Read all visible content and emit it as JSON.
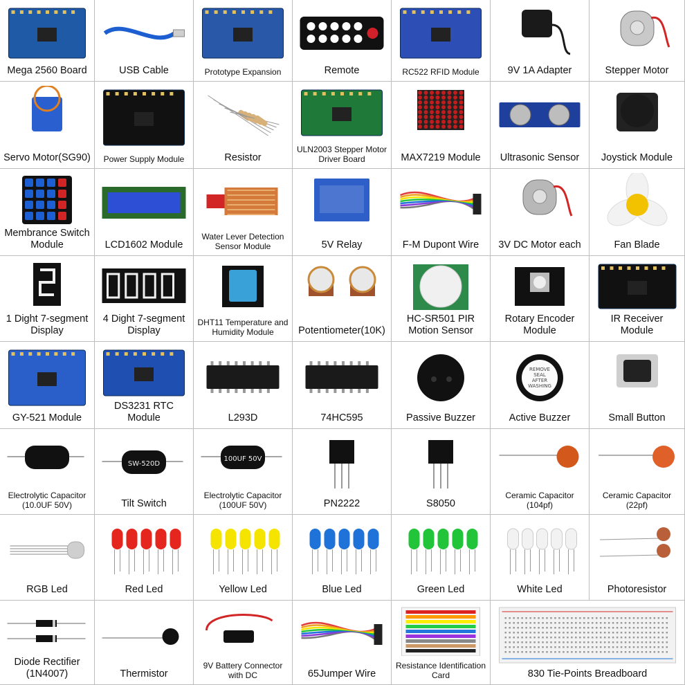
{
  "items": [
    {
      "id": "mega",
      "label": "Mega 2560 Board",
      "pic": "board",
      "color": "#1f5aa6"
    },
    {
      "id": "usb",
      "label": "USB Cable",
      "pic": "cable",
      "color": "#1d5fd1"
    },
    {
      "id": "proto",
      "label": "Prototype Expansion",
      "pic": "board",
      "color": "#2a58a8",
      "small": true
    },
    {
      "id": "remote",
      "label": "Remote",
      "pic": "remote",
      "color": "#222222"
    },
    {
      "id": "rfid",
      "label": "RC522 RFID Module",
      "pic": "board",
      "color": "#2d4fb5",
      "small": true
    },
    {
      "id": "adapter",
      "label": "9V 1A Adapter",
      "pic": "adapter",
      "color": "#222222"
    },
    {
      "id": "stepper",
      "label": "Stepper Motor",
      "pic": "motor",
      "color": "#c9c9c9"
    },
    {
      "id": "servo",
      "label": "Servo Motor(SG90)",
      "pic": "servo",
      "color": "#2a5fd0"
    },
    {
      "id": "psu",
      "label": "Power Supply Module",
      "pic": "board",
      "color": "#111111",
      "small": true
    },
    {
      "id": "resistor",
      "label": "Resistor",
      "pic": "resistor",
      "color": "#d8b07a"
    },
    {
      "id": "uln",
      "label": "ULN2003 Stepper Motor",
      "label2": "Driver Board",
      "pic": "board",
      "color": "#1f7a3a",
      "small": true
    },
    {
      "id": "max",
      "label": "MAX7219 Module",
      "pic": "matrix",
      "color": "#c21c1c"
    },
    {
      "id": "ultra",
      "label": "Ultrasonic Sensor",
      "pic": "ultra",
      "color": "#1f3f9c"
    },
    {
      "id": "joy",
      "label": "Joystick Module",
      "pic": "joy",
      "color": "#1a1a1a"
    },
    {
      "id": "keypad",
      "label": "Membrance Switch",
      "label2": "Module",
      "pic": "keypad",
      "color": "#1d5fd1"
    },
    {
      "id": "lcd",
      "label": "LCD1602 Module",
      "pic": "lcd",
      "color": "#2c4fd6"
    },
    {
      "id": "water",
      "label": "Water Lever Detection",
      "label2": "Sensor Module",
      "pic": "water",
      "color": "#d22626",
      "small": true
    },
    {
      "id": "relay",
      "label": "5V Relay",
      "pic": "relay",
      "color": "#2e5fc9"
    },
    {
      "id": "dupont",
      "label": "F-M Dupont Wire",
      "pic": "wires",
      "color": "#e23b3b"
    },
    {
      "id": "dcmotor",
      "label": "3V DC Motor each",
      "pic": "dcmotor",
      "color": "#b8b8b8"
    },
    {
      "id": "fan",
      "label": "Fan Blade",
      "pic": "fan",
      "color": "#f2c200"
    },
    {
      "id": "seg1",
      "label": "1 Dight 7-segment",
      "label2": "Display",
      "pic": "seg1",
      "color": "#111111"
    },
    {
      "id": "seg4",
      "label": "4 Dight 7-segment",
      "label2": "Display",
      "pic": "seg4",
      "color": "#111111"
    },
    {
      "id": "dht",
      "label": "DHT11 Temperature and",
      "label2": "Humidity Module",
      "pic": "dht",
      "color": "#3aa0d8",
      "small": true
    },
    {
      "id": "pot",
      "label": "Potentiometer(10K)",
      "pic": "pot",
      "color": "#c98a3a"
    },
    {
      "id": "pir",
      "label": "HC-SR501 PIR",
      "label2": "Motion Sensor",
      "pic": "pir",
      "color": "#2e8a4a"
    },
    {
      "id": "rotary",
      "label": "Rotary Encoder",
      "label2": "Module",
      "pic": "rotary",
      "color": "#111111"
    },
    {
      "id": "ir",
      "label": "IR Receiver",
      "label2": "Module",
      "pic": "board",
      "color": "#111111"
    },
    {
      "id": "gy521",
      "label": "GY-521 Module",
      "pic": "board",
      "color": "#2a5fc9"
    },
    {
      "id": "ds3231",
      "label": "DS3231 RTC",
      "label2": "Module",
      "pic": "board",
      "color": "#1f4fb0"
    },
    {
      "id": "l293d",
      "label": "L293D",
      "pic": "chip",
      "color": "#1a1a1a"
    },
    {
      "id": "hc595",
      "label": "74HC595",
      "pic": "chip",
      "color": "#1a1a1a"
    },
    {
      "id": "pbuzz",
      "label": "Passive Buzzer",
      "pic": "pbuzz",
      "color": "#111111"
    },
    {
      "id": "abuzz",
      "label": "Active Buzzer",
      "pic": "abuzz",
      "color": "#111111",
      "sticker": [
        "REMOVE",
        "SEAL",
        "AFTER",
        "WASHING"
      ]
    },
    {
      "id": "button",
      "label": "Small Button",
      "pic": "button",
      "color": "#222222"
    },
    {
      "id": "ecap1",
      "label": "Electrolytic Capacitor",
      "label2": "(10.0UF 50V)",
      "pic": "cap",
      "color": "#111111",
      "small": true
    },
    {
      "id": "tilt",
      "label": "Tilt Switch",
      "pic": "cap",
      "color": "#111111",
      "capText": "SW-520D"
    },
    {
      "id": "ecap2",
      "label": "Electrolytic Capacitor",
      "label2": "(100UF 50V)",
      "pic": "cap",
      "color": "#111111",
      "small": true,
      "capText": "100UF 50V"
    },
    {
      "id": "pn2222",
      "label": "PN2222",
      "pic": "transistor",
      "color": "#111111"
    },
    {
      "id": "s8050",
      "label": "S8050",
      "pic": "transistor",
      "color": "#111111"
    },
    {
      "id": "cc104",
      "label": "Ceramic Capacitor",
      "label2": "(104pf)",
      "pic": "ceramic",
      "color": "#d2581c",
      "small": true
    },
    {
      "id": "cc22",
      "label": "Ceramic Capacitor",
      "label2": "(22pf)",
      "pic": "ceramic",
      "color": "#e0602a",
      "small": true
    },
    {
      "id": "rgb",
      "label": "RGB Led",
      "pic": "rgb",
      "color": "#cfcfcf"
    },
    {
      "id": "red",
      "label": "Red Led",
      "pic": "leds",
      "color": "#e5261f"
    },
    {
      "id": "yellow",
      "label": "Yellow Led",
      "pic": "leds",
      "color": "#f5e400"
    },
    {
      "id": "blue",
      "label": "Blue Led",
      "pic": "leds",
      "color": "#1f73d8"
    },
    {
      "id": "green",
      "label": "Green Led",
      "pic": "leds",
      "color": "#22c43a"
    },
    {
      "id": "white",
      "label": "White Led",
      "pic": "leds",
      "color": "#f2f2f2"
    },
    {
      "id": "photo",
      "label": "Photoresistor",
      "pic": "photo",
      "color": "#b9603a"
    },
    {
      "id": "diode",
      "label": "Diode Rectifier",
      "label2": "(1N4007)",
      "pic": "diode",
      "color": "#111111"
    },
    {
      "id": "therm",
      "label": "Thermistor",
      "pic": "therm",
      "color": "#111111"
    },
    {
      "id": "batt",
      "label": "9V Battery Connector",
      "label2": "with DC",
      "pic": "batt",
      "color": "#d22626",
      "small": true
    },
    {
      "id": "jumper",
      "label": "65Jumper Wire",
      "pic": "wires",
      "color": "#1f73d8"
    },
    {
      "id": "card",
      "label": "Resistance Identification",
      "label2": "Card",
      "pic": "card",
      "color": "#d8b07a",
      "small": true
    },
    {
      "id": "breadboard",
      "label": "830 Tie-Points Breadboard",
      "pic": "breadboard",
      "color": "#f2f2f2",
      "wide": true
    }
  ]
}
